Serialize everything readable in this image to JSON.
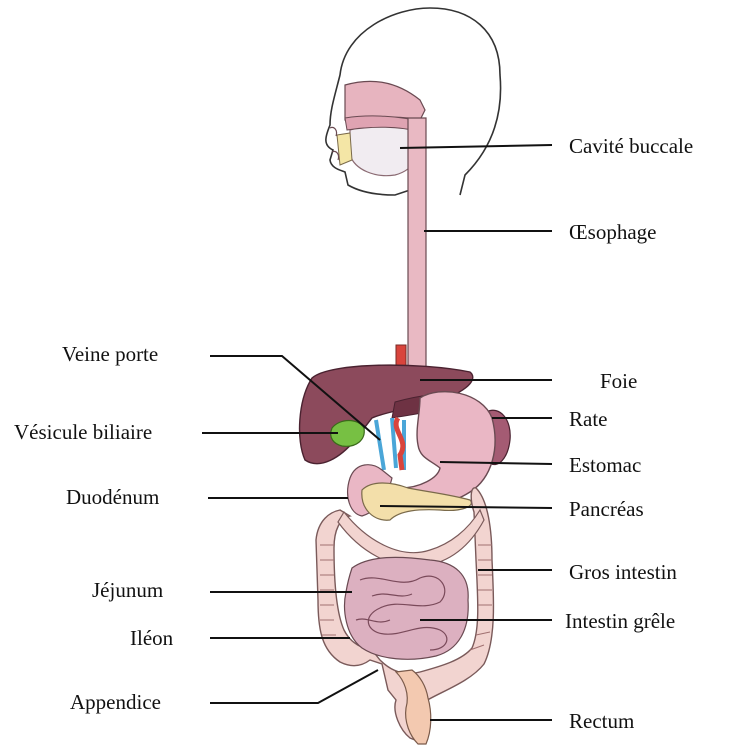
{
  "labels": {
    "cavite_buccale": "Cavité buccale",
    "oesophage": "Œsophage",
    "veine_porte": "Veine porte",
    "foie": "Foie",
    "vesicule_biliaire": "Vésicule biliaire",
    "rate": "Rate",
    "estomac": "Estomac",
    "duodenum": "Duodénum",
    "pancreas": "Pancréas",
    "gros_intestin": "Gros intestin",
    "jejunum": "Jéjunum",
    "intestin_grele": "Intestin grêle",
    "ileon": "Iléon",
    "appendice": "Appendice",
    "rectum": "Rectum"
  },
  "colors": {
    "head_outline": "#333333",
    "mouth_tissue": "#e7b4bf",
    "oesophagus": "#e9b9c3",
    "liver": "#8c4a5c",
    "liver_dark": "#6e3243",
    "gallbladder": "#77c043",
    "stomach": "#eab7c5",
    "spleen": "#a45b73",
    "pancreas": "#f3dfaa",
    "vein_blue": "#4aa6d8",
    "artery_red": "#d9443c",
    "large_intestine": "#f2d4d0",
    "small_intestine": "#dcb0c0",
    "leader_line": "#111111"
  }
}
